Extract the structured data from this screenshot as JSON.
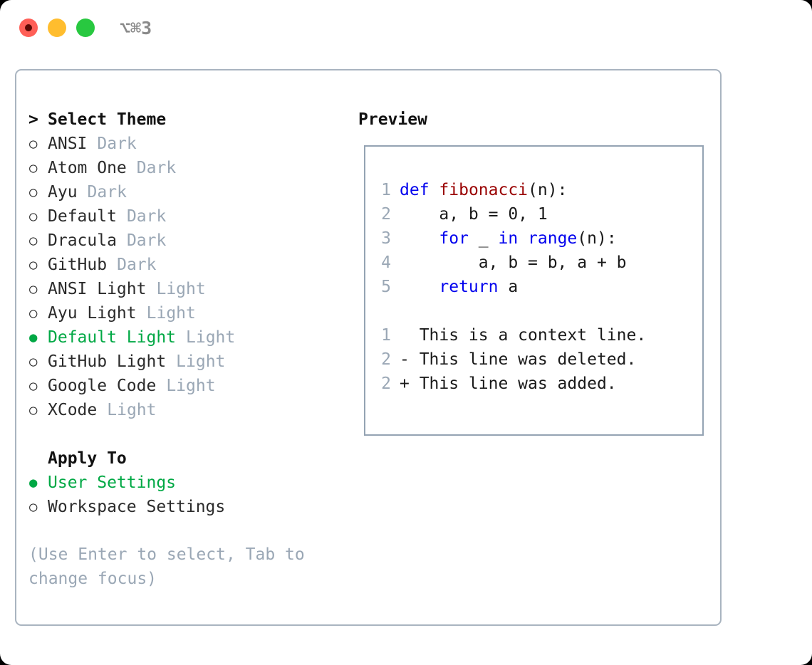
{
  "window": {
    "shortcut_label": "⌥⌘3",
    "traffic_lights": [
      {
        "name": "close",
        "color": "#ff5f57"
      },
      {
        "name": "minimize",
        "color": "#ffbd2e"
      },
      {
        "name": "zoom",
        "color": "#28c840"
      }
    ]
  },
  "colors": {
    "selected_green": "#00a844",
    "muted_grey": "#9aa7b5",
    "keyword_blue": "#0000ee",
    "function_red": "#990000",
    "diff_delete_red": "#cc0000",
    "diff_add_green": "#00c400",
    "border": "#a9b4c0",
    "preview_border": "#94a3b3",
    "text": "#2b2b2b"
  },
  "theme_section": {
    "caret": ">",
    "title": "Select Theme",
    "marker_selected": "●",
    "marker_unselected": "○",
    "items": [
      {
        "label": "ANSI",
        "suffix": "Dark",
        "selected": false
      },
      {
        "label": "Atom One",
        "suffix": "Dark",
        "selected": false
      },
      {
        "label": "Ayu",
        "suffix": "Dark",
        "selected": false
      },
      {
        "label": "Default",
        "suffix": "Dark",
        "selected": false
      },
      {
        "label": "Dracula",
        "suffix": "Dark",
        "selected": false
      },
      {
        "label": "GitHub",
        "suffix": "Dark",
        "selected": false
      },
      {
        "label": "ANSI Light",
        "suffix": "Light",
        "selected": false
      },
      {
        "label": "Ayu Light",
        "suffix": "Light",
        "selected": false
      },
      {
        "label": "Default Light",
        "suffix": "Light",
        "selected": true
      },
      {
        "label": "GitHub Light",
        "suffix": "Light",
        "selected": false
      },
      {
        "label": "Google Code",
        "suffix": "Light",
        "selected": false
      },
      {
        "label": "XCode",
        "suffix": "Light",
        "selected": false
      }
    ]
  },
  "apply_section": {
    "title": "Apply To",
    "items": [
      {
        "label": "User Settings",
        "selected": true
      },
      {
        "label": "Workspace Settings",
        "selected": false
      }
    ]
  },
  "help_text": "(Use Enter to select, Tab to change focus)",
  "preview": {
    "title": "Preview",
    "code_lines": [
      {
        "no": "1",
        "tokens": [
          {
            "t": "def",
            "c": "kw"
          },
          {
            "t": " ",
            "c": "pl"
          },
          {
            "t": "fibonacci",
            "c": "fn"
          },
          {
            "t": "(n):",
            "c": "pl"
          }
        ]
      },
      {
        "no": "2",
        "tokens": [
          {
            "t": "    a, b = 0, 1",
            "c": "pl"
          }
        ]
      },
      {
        "no": "3",
        "tokens": [
          {
            "t": "    ",
            "c": "pl"
          },
          {
            "t": "for",
            "c": "kw"
          },
          {
            "t": " _ ",
            "c": "pl"
          },
          {
            "t": "in",
            "c": "kw"
          },
          {
            "t": " ",
            "c": "pl"
          },
          {
            "t": "range",
            "c": "kw"
          },
          {
            "t": "(n):",
            "c": "pl"
          }
        ]
      },
      {
        "no": "4",
        "tokens": [
          {
            "t": "        a, b = b, a + b",
            "c": "pl"
          }
        ]
      },
      {
        "no": "5",
        "tokens": [
          {
            "t": "    ",
            "c": "pl"
          },
          {
            "t": "return",
            "c": "kw"
          },
          {
            "t": " a",
            "c": "pl"
          }
        ]
      }
    ],
    "diff_lines": [
      {
        "no": "1",
        "text": "  This is a context line.",
        "kind": "ctx"
      },
      {
        "no": "2",
        "text": "- This line was deleted.",
        "kind": "del"
      },
      {
        "no": "2",
        "text": "+ This line was added.",
        "kind": "add"
      }
    ]
  }
}
